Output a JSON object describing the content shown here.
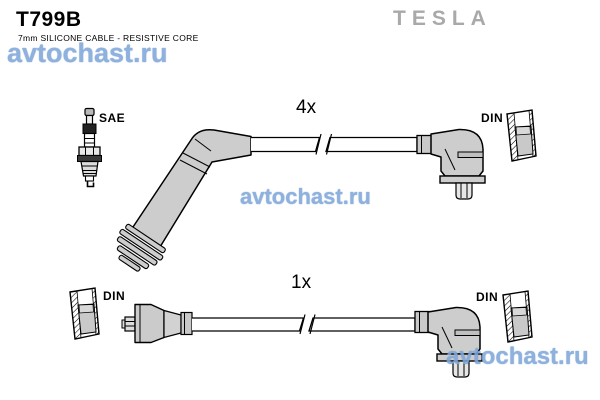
{
  "header": {
    "part_number": "T799B",
    "description": "7mm SILICONE CABLE - RESISTIVE CORE",
    "brand": "TESLA"
  },
  "watermark": {
    "text": "avtochast.ru",
    "color": "#7fa7da"
  },
  "diagram": {
    "spark_plug_standard_label": "SAE",
    "top_assembly": {
      "quantity_label": "4x",
      "terminal_label": "DIN"
    },
    "bottom_assembly": {
      "quantity_label": "1x",
      "left_terminal_label": "DIN",
      "right_terminal_label": "DIN"
    }
  },
  "colors": {
    "outline": "#000000",
    "boot_fill": "#cdcdcd",
    "brand_gray": "#a9a9a9",
    "watermark_blue": "#7fa7da"
  }
}
